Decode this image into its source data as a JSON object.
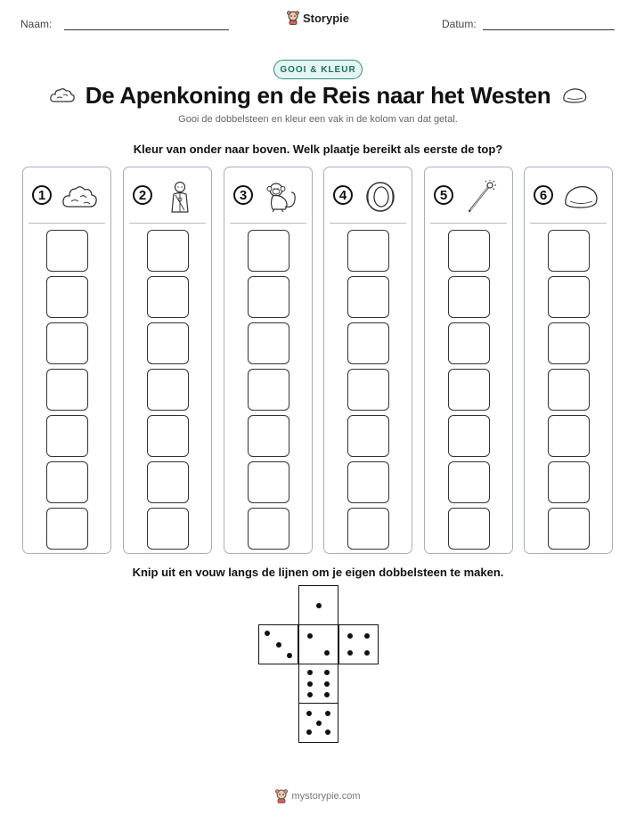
{
  "header": {
    "name_label": "Naam:",
    "date_label": "Datum:",
    "brand": "Storypie"
  },
  "badge": "GOOI & KLEUR",
  "title": "De Apenkoning en de Reis naar het Westen",
  "subtitle": "Gooi de dobbelsteen en kleur een vak in de kolom van dat getal.",
  "instruction_top": "Kleur van onder naar boven. Welk plaatje bereikt als eerste de top?",
  "columns": [
    {
      "number": "1",
      "icon": "cloud-icon"
    },
    {
      "number": "2",
      "icon": "monk-icon"
    },
    {
      "number": "3",
      "icon": "monkey-icon"
    },
    {
      "number": "4",
      "icon": "golden-headband-icon"
    },
    {
      "number": "5",
      "icon": "magic-staff-icon"
    },
    {
      "number": "6",
      "icon": "stone-icon"
    }
  ],
  "cells_per_column": 7,
  "instruction_bottom": "Knip uit en vouw langs de lijnen om je eigen dobbelsteen te maken.",
  "dice_faces": [
    1,
    3,
    2,
    4,
    6,
    5
  ],
  "footer": "mystorypie.com"
}
